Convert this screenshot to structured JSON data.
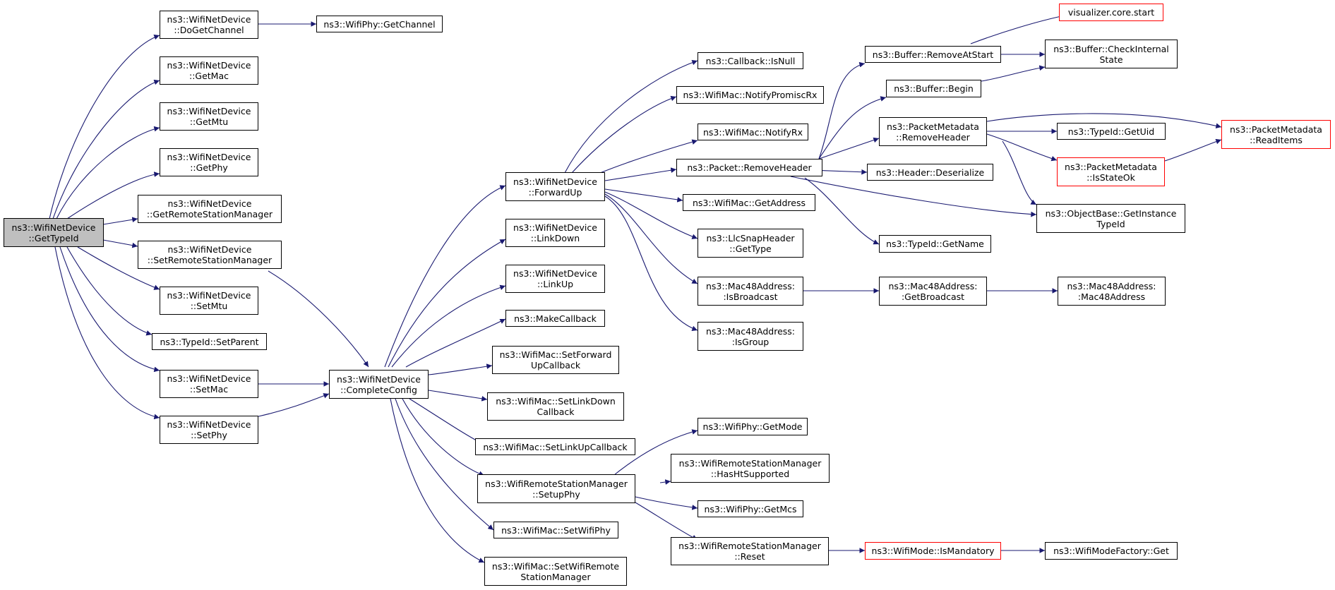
{
  "nodes": {
    "root": [
      "ns3::WifiNetDevice",
      "::GetTypeId"
    ],
    "doGetChannel": [
      "ns3::WifiNetDevice",
      "::DoGetChannel"
    ],
    "phyGetChannel": [
      "ns3::WifiPhy::GetChannel"
    ],
    "getMac": [
      "ns3::WifiNetDevice",
      "::GetMac"
    ],
    "getMtu": [
      "ns3::WifiNetDevice",
      "::GetMtu"
    ],
    "getPhy": [
      "ns3::WifiNetDevice",
      "::GetPhy"
    ],
    "getRsm": [
      "ns3::WifiNetDevice",
      "::GetRemoteStationManager"
    ],
    "setRsm": [
      "ns3::WifiNetDevice",
      "::SetRemoteStationManager"
    ],
    "setMtu": [
      "ns3::WifiNetDevice",
      "::SetMtu"
    ],
    "setParent": [
      "ns3::TypeId::SetParent"
    ],
    "setMac": [
      "ns3::WifiNetDevice",
      "::SetMac"
    ],
    "setPhy": [
      "ns3::WifiNetDevice",
      "::SetPhy"
    ],
    "completeConfig": [
      "ns3::WifiNetDevice",
      "::CompleteConfig"
    ],
    "forwardUp": [
      "ns3::WifiNetDevice",
      "::ForwardUp"
    ],
    "linkDown": [
      "ns3::WifiNetDevice",
      "::LinkDown"
    ],
    "linkUp": [
      "ns3::WifiNetDevice",
      "::LinkUp"
    ],
    "makeCallback": [
      "ns3::MakeCallback"
    ],
    "setFwdUpCb": [
      "ns3::WifiMac::SetForward",
      "UpCallback"
    ],
    "setLinkDownCb": [
      "ns3::WifiMac::SetLinkDown",
      "Callback"
    ],
    "setLinkUpCb": [
      "ns3::WifiMac::SetLinkUpCallback"
    ],
    "setupPhy": [
      "ns3::WifiRemoteStationManager",
      "::SetupPhy"
    ],
    "setWifiPhy": [
      "ns3::WifiMac::SetWifiPhy"
    ],
    "setWifiRsm": [
      "ns3::WifiMac::SetWifiRemote",
      "StationManager"
    ],
    "cbIsNull": [
      "ns3::Callback::IsNull"
    ],
    "notifyPromiscRx": [
      "ns3::WifiMac::NotifyPromiscRx"
    ],
    "notifyRx": [
      "ns3::WifiMac::NotifyRx"
    ],
    "pktRemoveHeader": [
      "ns3::Packet::RemoveHeader"
    ],
    "macGetAddress": [
      "ns3::WifiMac::GetAddress"
    ],
    "llcGetType": [
      "ns3::LlcSnapHeader",
      "::GetType"
    ],
    "isBroadcast": [
      "ns3::Mac48Address:",
      ":IsBroadcast"
    ],
    "isGroup": [
      "ns3::Mac48Address:",
      ":IsGroup"
    ],
    "phyGetMode": [
      "ns3::WifiPhy::GetMode"
    ],
    "hasHt": [
      "ns3::WifiRemoteStationManager",
      "::HasHtSupported"
    ],
    "phyGetMcs": [
      "ns3::WifiPhy::GetMcs"
    ],
    "rsmReset": [
      "ns3::WifiRemoteStationManager",
      "::Reset"
    ],
    "bufRemoveAtStart": [
      "ns3::Buffer::RemoveAtStart"
    ],
    "bufBegin": [
      "ns3::Buffer::Begin"
    ],
    "pmRemoveHeader": [
      "ns3::PacketMetadata",
      "::RemoveHeader"
    ],
    "hdrDeserialize": [
      "ns3::Header::Deserialize"
    ],
    "typeIdGetName": [
      "ns3::TypeId::GetName"
    ],
    "getBroadcast": [
      "ns3::Mac48Address:",
      ":GetBroadcast"
    ],
    "isMandatory": [
      "ns3::WifiMode::IsMandatory"
    ],
    "vizStart": [
      "visualizer.core.start"
    ],
    "bufCheck": [
      "ns3::Buffer::CheckInternal",
      "State"
    ],
    "typeIdGetUid": [
      "ns3::TypeId::GetUid"
    ],
    "pmIsStateOk": [
      "ns3::PacketMetadata",
      "::IsStateOk"
    ],
    "getInstanceTypeId": [
      "ns3::ObjectBase::GetInstance",
      "TypeId"
    ],
    "mac48Ctor": [
      "ns3::Mac48Address:",
      ":Mac48Address"
    ],
    "modeFactoryGet": [
      "ns3::WifiModeFactory::Get"
    ],
    "pmReadItems": [
      "ns3::PacketMetadata",
      "::ReadItems"
    ]
  },
  "colors": {
    "edge": "#191970",
    "node_border": "#000000",
    "truncated_border": "#ff0000",
    "root_fill": "#bfbfbf"
  }
}
